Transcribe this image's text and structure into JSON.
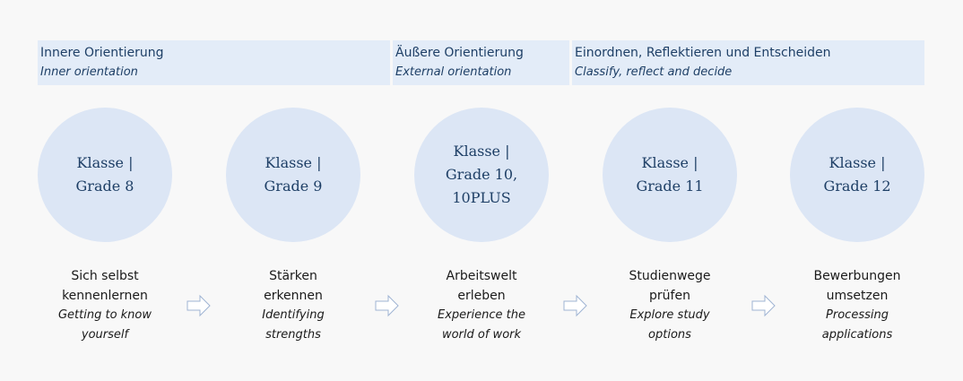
{
  "phases": [
    {
      "de": "Innere Orientierung",
      "en": "Inner orientation"
    },
    {
      "de": "Äußere Orientierung",
      "en": "External orientation"
    },
    {
      "de": "Einordnen, Reflektieren und Entscheiden",
      "en": "Classify, reflect and decide"
    }
  ],
  "steps": [
    {
      "grade": "Klasse |\nGrade 8",
      "de": "Sich selbst\nkennenlernen",
      "en": "Getting to know\nyourself"
    },
    {
      "grade": "Klasse |\nGrade 9",
      "de": "Stärken\nerkennen",
      "en": "Identifying\nstrengths"
    },
    {
      "grade": "Klasse |\nGrade 10,\n10PLUS",
      "de": "Arbeitswelt\nerleben",
      "en": "Experience the\nworld of work"
    },
    {
      "grade": "Klasse |\nGrade 11",
      "de": "Studienwege\nprüfen",
      "en": "Explore study\noptions"
    },
    {
      "grade": "Klasse |\nGrade 12",
      "de": "Bewerbungen\numsetzen",
      "en": "Processing\napplications"
    }
  ],
  "colors": {
    "band": "#e3ecf8",
    "circle": "#dce6f5",
    "text": "#1e3f66",
    "arrow": "#9fb4d3"
  }
}
